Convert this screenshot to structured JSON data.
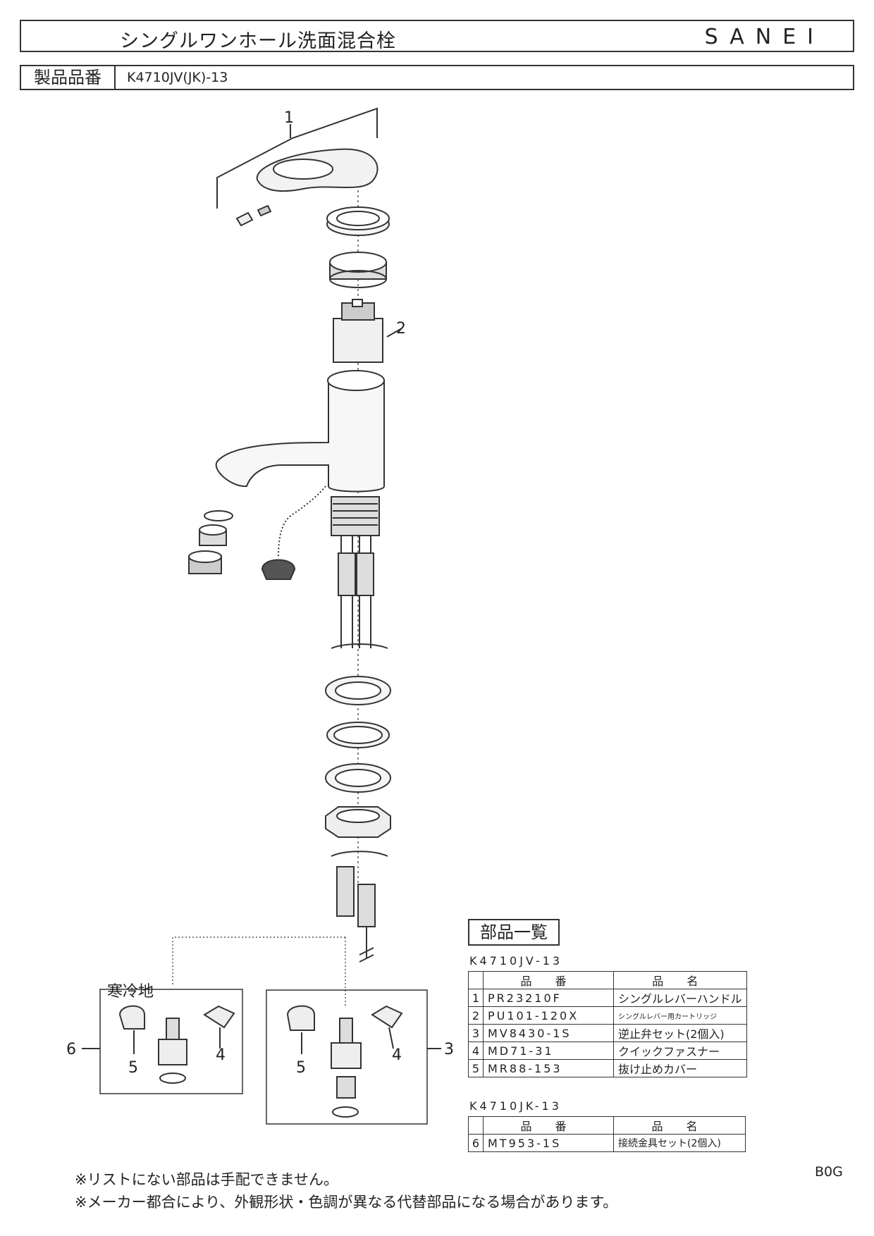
{
  "header": {
    "title": "シングルワンホール洗面混合栓",
    "brand": "SANEI"
  },
  "model": {
    "label": "製品品番",
    "value": "K4710JV(JK)-13"
  },
  "callouts": {
    "c1": "1",
    "c2": "2",
    "c3": "3",
    "c4a": "4",
    "c4b": "4",
    "c5a": "5",
    "c5b": "5",
    "c6": "6",
    "cold": "寒冷地"
  },
  "parts_list": {
    "title": "部品一覧",
    "table1": {
      "caption": "K4710JV-13",
      "headers": [
        "品 番",
        "品 名"
      ],
      "rows": [
        {
          "no": "1",
          "code": "PR23210F",
          "name": "シングルレバーハンドル"
        },
        {
          "no": "2",
          "code": "PU101-120X",
          "name": "シングルレバー用カートリッジ"
        },
        {
          "no": "3",
          "code": "MV8430-1S",
          "name": "逆止弁セット(2個入)"
        },
        {
          "no": "4",
          "code": "MD71-31",
          "name": "クイックファスナー"
        },
        {
          "no": "5",
          "code": "MR88-153",
          "name": "抜け止めカバー"
        }
      ]
    },
    "table2": {
      "caption": "K4710JK-13",
      "headers": [
        "品 番",
        "品 名"
      ],
      "rows": [
        {
          "no": "6",
          "code": "MT953-1S",
          "name": "接続金具セット(2個入)"
        }
      ]
    }
  },
  "notes": [
    "※リストにない部品は手配できません。",
    "※メーカー都合により、外観形状・色調が異なる代替部品になる場合があります。"
  ],
  "footer_code": "B0G"
}
